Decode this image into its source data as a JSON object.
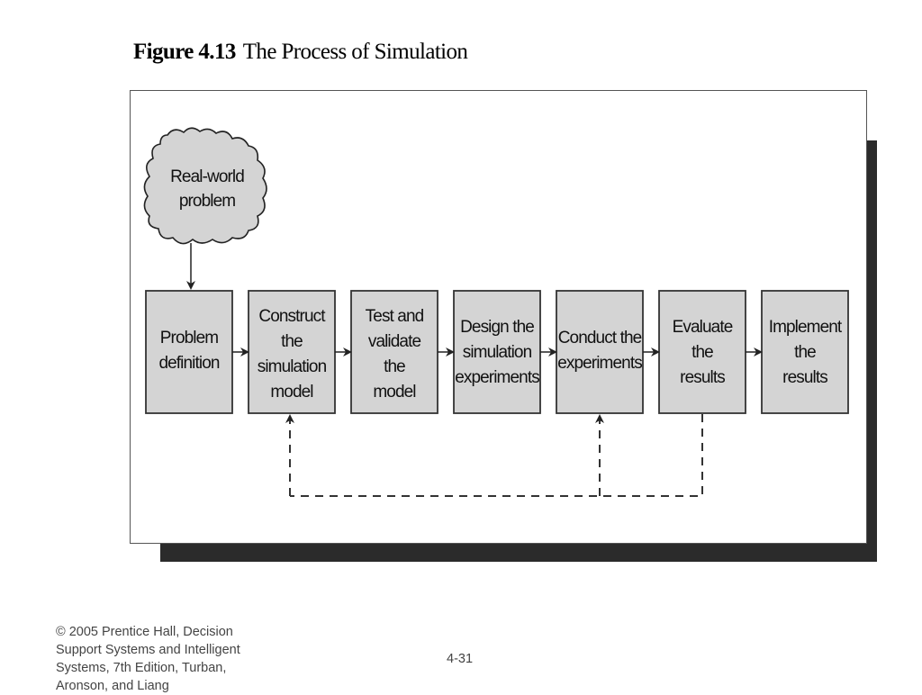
{
  "figure": {
    "label": "Figure 4.13",
    "title": "The Process of Simulation"
  },
  "cloud": {
    "lines": [
      "Real-world",
      "problem"
    ]
  },
  "steps": [
    {
      "lines": [
        "Problem",
        "definition"
      ]
    },
    {
      "lines": [
        "Construct",
        "the",
        "simulation",
        "model"
      ]
    },
    {
      "lines": [
        "Test and",
        "validate",
        "the",
        "model"
      ]
    },
    {
      "lines": [
        "Design the",
        "simulation",
        "experiments"
      ]
    },
    {
      "lines": [
        "Conduct the",
        "experiments"
      ]
    },
    {
      "lines": [
        "Evaluate",
        "the",
        "results"
      ]
    },
    {
      "lines": [
        "Implement",
        "the",
        "results"
      ]
    }
  ],
  "feedback": {
    "from_step": 5,
    "to_steps": [
      1,
      4
    ],
    "style": "dashed"
  },
  "colors": {
    "box_fill": "#d4d4d4",
    "cloud_fill": "#d4d4d4",
    "shadow": "#2b2b2b"
  },
  "footer": {
    "copyright": "© 2005  Prentice Hall, Decision Support Systems and Intelligent Systems, 7th Edition, Turban, Aronson, and Liang",
    "page_number": "4-31"
  }
}
